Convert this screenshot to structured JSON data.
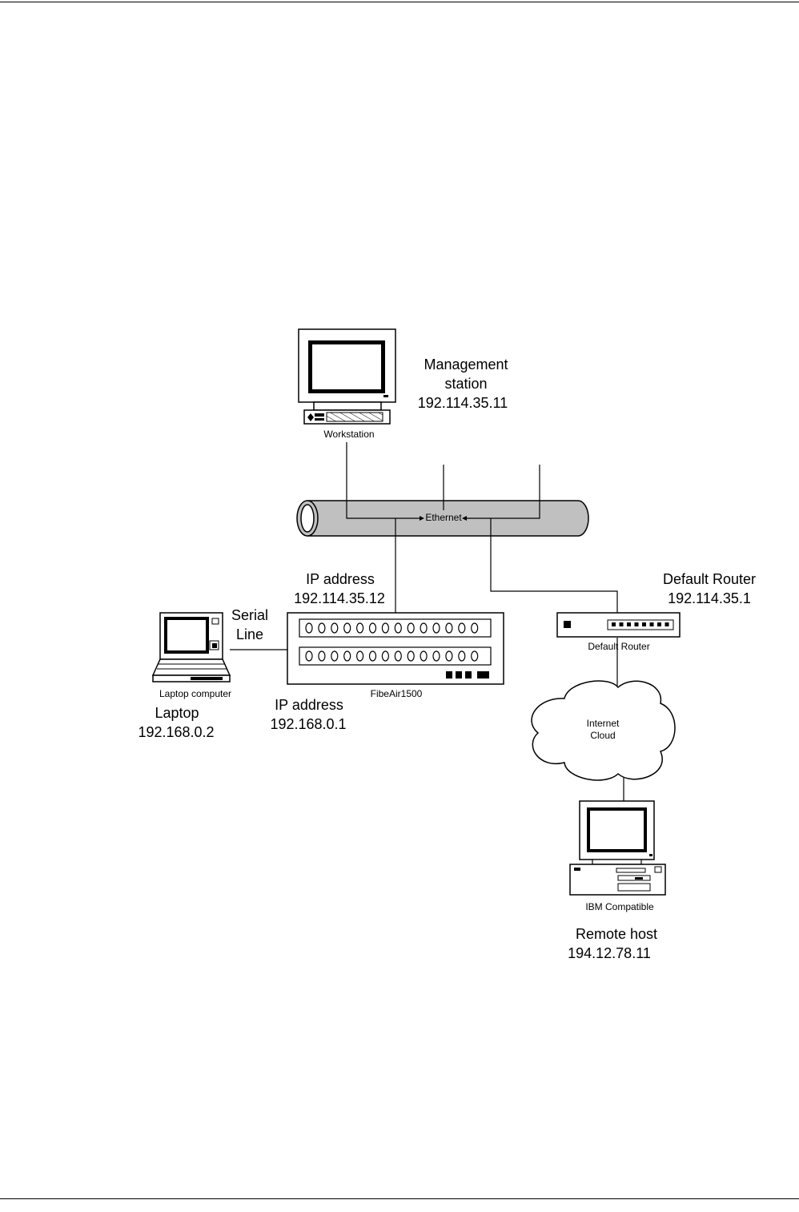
{
  "ethernet": {
    "label": "Ethernet"
  },
  "workstation": {
    "device_label": "Workstation",
    "name_line1": "Management",
    "name_line2": "station",
    "ip": "192.114.35.11"
  },
  "fibeair": {
    "device_label": "FibeAir1500",
    "upper_ip_label": "IP address",
    "upper_ip": "192.114.35.12",
    "lower_ip_label": "IP address",
    "lower_ip": "192.168.0.1"
  },
  "serial_line": {
    "line1": "Serial",
    "line2": "Line"
  },
  "laptop": {
    "device_label": "Laptop computer",
    "name": "Laptop",
    "ip": "192.168.0.2"
  },
  "router": {
    "device_label": "Default Router",
    "name": "Default Router",
    "ip": "192.114.35.1"
  },
  "internet": {
    "line1": "Internet",
    "line2": "Cloud"
  },
  "remote_host": {
    "device_label": "IBM Compatible",
    "name": "Remote host",
    "ip": "194.12.78.11"
  },
  "colors": {
    "line": "#000000",
    "ethernet_fill": "#c0c0c0",
    "background": "#ffffff"
  }
}
